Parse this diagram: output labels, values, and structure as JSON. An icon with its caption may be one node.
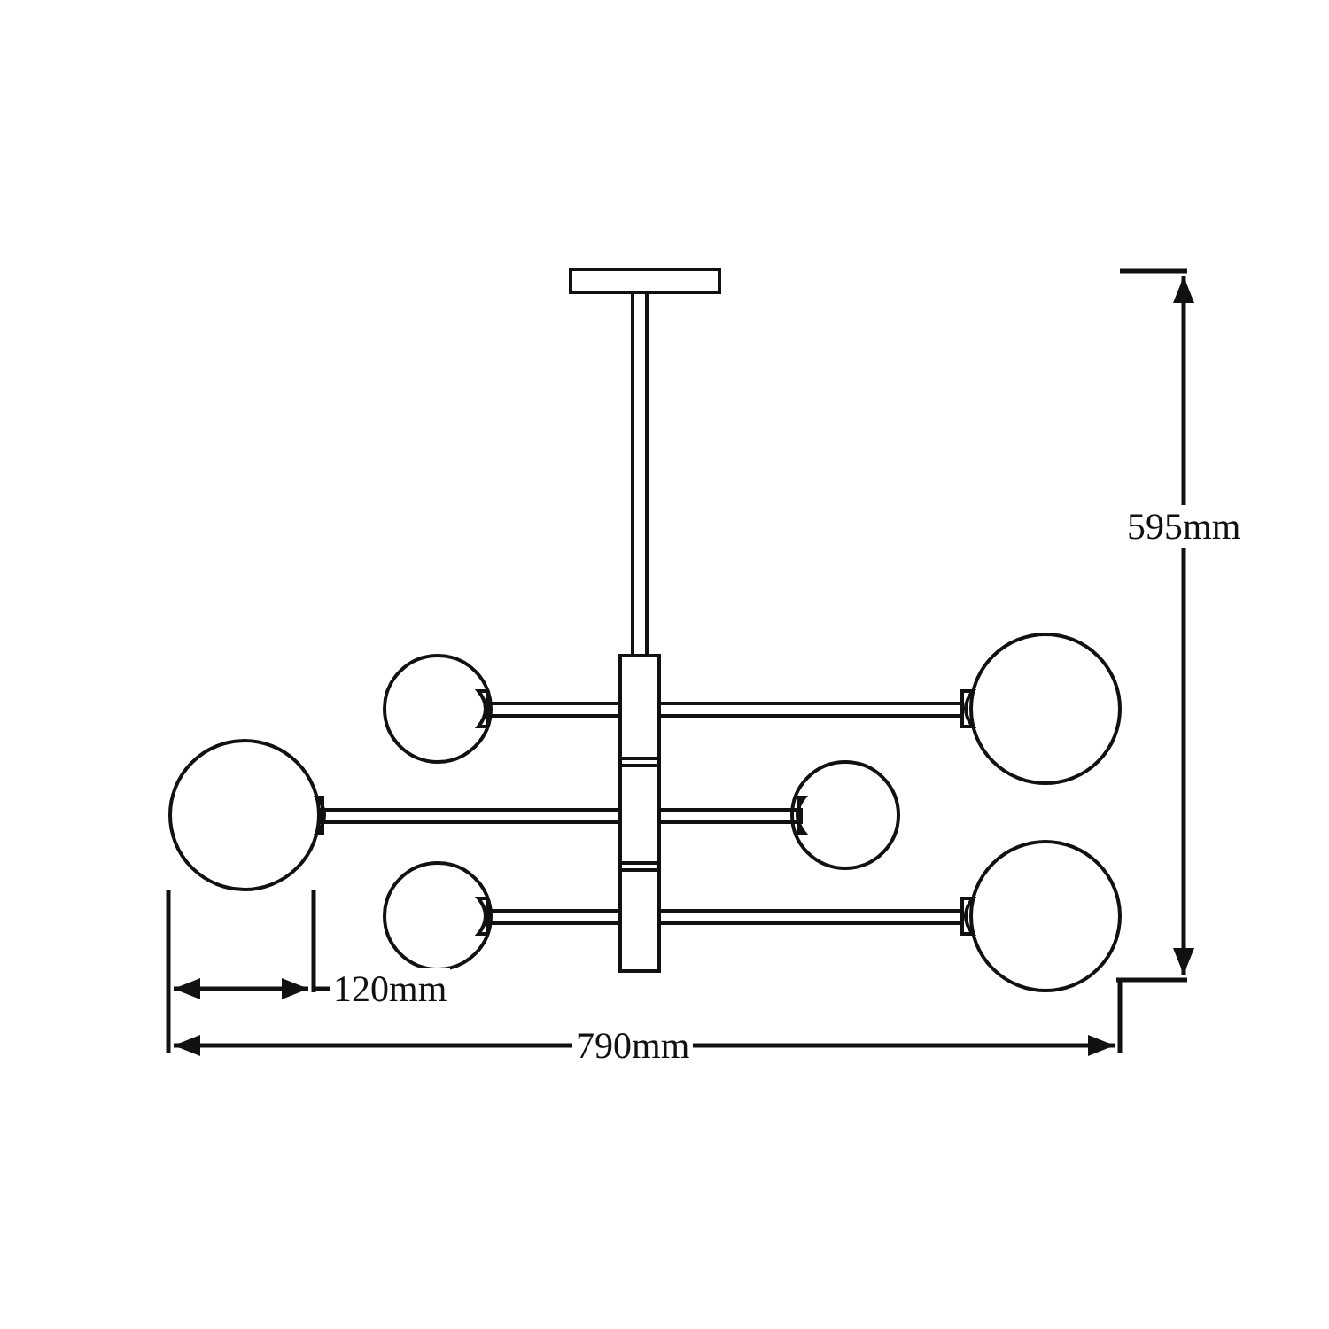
{
  "diagram": {
    "labels": [
      "595mm",
      "120mm",
      "790mm"
    ]
  }
}
